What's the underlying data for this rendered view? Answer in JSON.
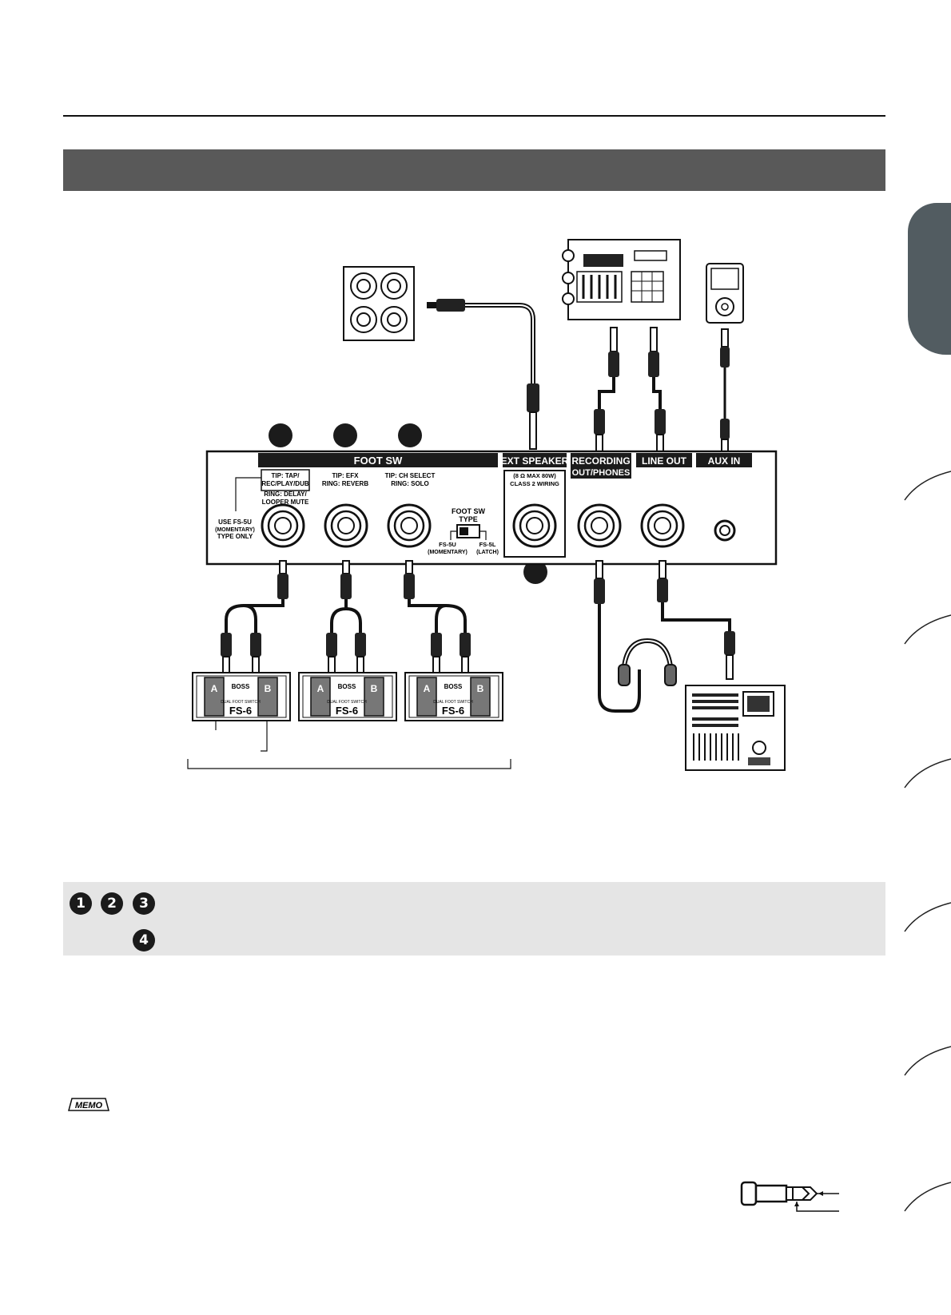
{
  "panel": {
    "foot_sw": "FOOT SW",
    "ext_speaker": "EXT SPEAKER",
    "recording": "RECORDING",
    "out_phones": "OUT/PHONES",
    "line_out": "LINE OUT",
    "aux_in": "AUX IN",
    "jack1_tip": "TIP: TAP/",
    "jack1_tip2": "REC/PLAY/DUB",
    "jack1_ring": "RING: DELAY/",
    "jack1_ring2": "LOOPER MUTE",
    "jack2_tip": "TIP: EFX",
    "jack2_ring": "RING: REVERB",
    "jack3_tip": "TIP: CH SELECT",
    "jack3_ring": "RING: SOLO",
    "use_fs5u": "USE FS-5U",
    "momentary": "(MOMENTARY)",
    "type_only": "TYPE ONLY",
    "sw_type_1": "FOOT SW",
    "sw_type_2": "TYPE",
    "fs5u": "FS-5U",
    "fs5u_sub": "(MOMENTARY)",
    "fs5l": "FS-5L",
    "fs5l_sub": "(LATCH)",
    "spk_spec": "(8 Ω MAX 80W)",
    "spk_class": "CLASS 2 WIRING"
  },
  "pedals": [
    {
      "brand": "BOSS",
      "model": "FS-6",
      "sw_a": "A",
      "sw_b": "B",
      "sub": "DUAL FOOT SWITCH"
    },
    {
      "brand": "BOSS",
      "model": "FS-6",
      "sw_a": "A",
      "sw_b": "B",
      "sub": "DUAL FOOT SWITCH"
    },
    {
      "brand": "BOSS",
      "model": "FS-6",
      "sw_a": "A",
      "sw_b": "B",
      "sub": "DUAL FOOT SWITCH"
    }
  ],
  "notes": {
    "badges": [
      "1",
      "2",
      "3"
    ],
    "badge4": "4",
    "memo": "MEMO"
  },
  "colors": {
    "title_bar": "#595959",
    "side_tab": "#525c61",
    "note_bg": "#e5e5e5"
  }
}
